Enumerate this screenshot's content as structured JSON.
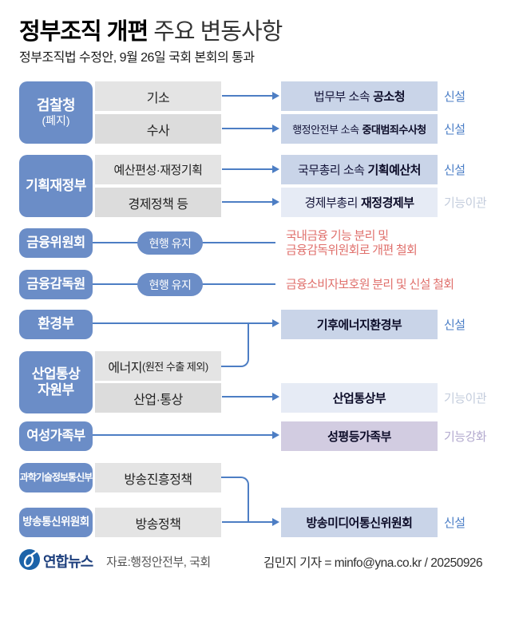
{
  "header": {
    "title_strong": "정부조직 개편",
    "title_light": " 주요 변동사항",
    "subtitle": "정부조직법 수정안, 9월 26일 국회 본회의 통과"
  },
  "groups": {
    "prosecution": {
      "org": "검찰청",
      "note": "(폐지)",
      "rows": [
        {
          "func": "기소",
          "result_prefix": "법무부 소속",
          "result_name": "공소청",
          "status": "신설"
        },
        {
          "func": "수사",
          "result_prefix": "행정안전부 소속",
          "result_name": "중대범죄수사청",
          "status": "신설"
        }
      ]
    },
    "moef": {
      "org": "기획재정부",
      "rows": [
        {
          "func": "예산편성·재정기획",
          "result_prefix": "국무총리 소속",
          "result_name": "기획예산처",
          "status": "신설"
        },
        {
          "func": "경제정책 등",
          "result_prefix": "경제부총리",
          "result_name": "재정경제부",
          "status": "기능이관"
        }
      ]
    },
    "fsc": {
      "org": "금융위원회",
      "pill": "현행 유지",
      "note_line1": "국내금융 기능 분리 및",
      "note_line2": "금융감독위원회로 개편 철회"
    },
    "fss": {
      "org": "금융감독원",
      "pill": "현행 유지",
      "note_line1": "금융소비자보호원 분리 및 신설 철회"
    },
    "env": {
      "org": "환경부",
      "result_name": "기후에너지환경부",
      "status": "신설"
    },
    "motie": {
      "org_line1": "산업통상",
      "org_line2": "자원부",
      "rows": [
        {
          "func": "에너지",
          "func_small": "(원전 수출 제외)"
        },
        {
          "func": "산업·통상",
          "result_name": "산업통상부",
          "status": "기능이관"
        }
      ]
    },
    "mogef": {
      "org": "여성가족부",
      "result_name": "성평등가족부",
      "status": "기능강화"
    },
    "msit": {
      "org": "과학기술정보통신부",
      "func": "방송진흥정책"
    },
    "kcc": {
      "org": "방송통신위원회",
      "func": "방송정책",
      "result_name": "방송미디어통신위원회",
      "status": "신설"
    }
  },
  "footer": {
    "logo_text": "연합뉴스",
    "source": "자료:행정안전부, 국회",
    "byline": "김민지 기자 = minfo@yna.co.kr / 20250926"
  },
  "colors": {
    "org_box": "#6b8dc7",
    "func_box": "#e4e4e4",
    "result_new": "#c9d4e8",
    "result_transfer": "#e6ebf5",
    "result_strengthen": "#d2cce1",
    "status_new": "#4b7ec6",
    "status_transfer": "#c3ccdc",
    "status_strengthen": "#b2a9ce",
    "connector_line": "#4d7ec4",
    "withdrawal_note": "#e0706c",
    "logo_blue": "#1c63a9"
  }
}
